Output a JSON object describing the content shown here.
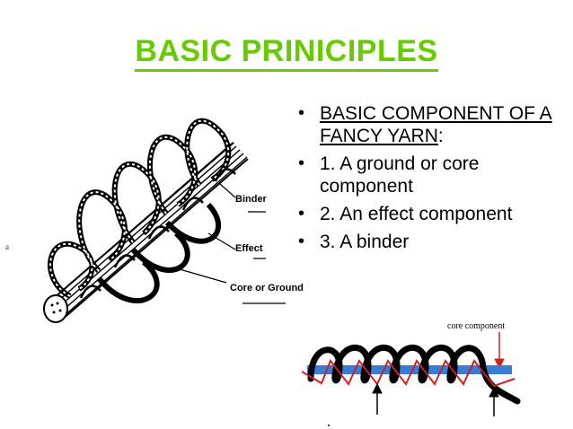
{
  "slide": {
    "title": "BASIC PRINICIPLES",
    "bullets": [
      {
        "underlined": "BASIC COMPONENT OF A FANCY YARN",
        "suffix": ":"
      },
      {
        "text": "1. A ground or core component"
      },
      {
        "text": "2. An effect component"
      },
      {
        "text": "3. A binder"
      }
    ]
  },
  "diagram_left": {
    "labels": {
      "binder": "Binder",
      "effect": "Effect",
      "core": "Core or Ground"
    },
    "stray_mark": "a"
  },
  "diagram_right": {
    "label": "core component",
    "colors": {
      "core": "#3a7bd5",
      "effect": "#000000",
      "binder": "#cc2222",
      "arrow": "#cc2222"
    }
  },
  "theme": {
    "title_color": "#66cc00",
    "text_color": "#000000"
  }
}
